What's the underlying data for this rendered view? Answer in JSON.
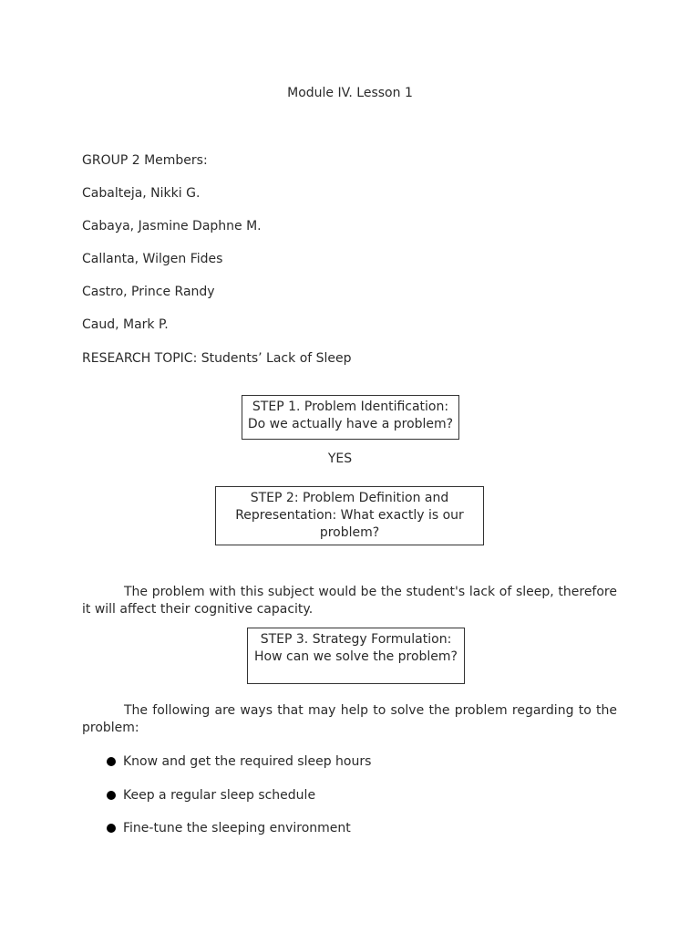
{
  "document": {
    "title": "Module IV. Lesson 1",
    "group_heading": "GROUP 2 Members:",
    "members": [
      "Cabalteja, Nikki G.",
      "Cabaya, Jasmine Daphne M.",
      "Callanta, Wilgen Fides",
      "Castro, Prince Randy",
      "Caud, Mark P."
    ],
    "research_topic": "RESEARCH TOPIC: Students’ Lack of Sleep",
    "step1": {
      "line1": "STEP 1. Problem Identification:",
      "line2": "Do we actually have a problem?"
    },
    "step1_answer": "YES",
    "step2": {
      "line1": "STEP 2: Problem Definition and",
      "line2": "Representation: What exactly is our",
      "line3": "problem?"
    },
    "problem_paragraph": "The problem with this subject would be the student's lack of sleep, therefore it will affect their cognitive capacity.",
    "step3": {
      "line1": "STEP 3. Strategy Formulation:",
      "line2": "How can we solve the problem?"
    },
    "solutions_intro": "The following are ways that may help to solve the problem regarding to the problem:",
    "solutions": [
      "Know and get the required sleep hours",
      "Keep a regular sleep schedule",
      "Fine-tune the sleeping environment"
    ]
  }
}
